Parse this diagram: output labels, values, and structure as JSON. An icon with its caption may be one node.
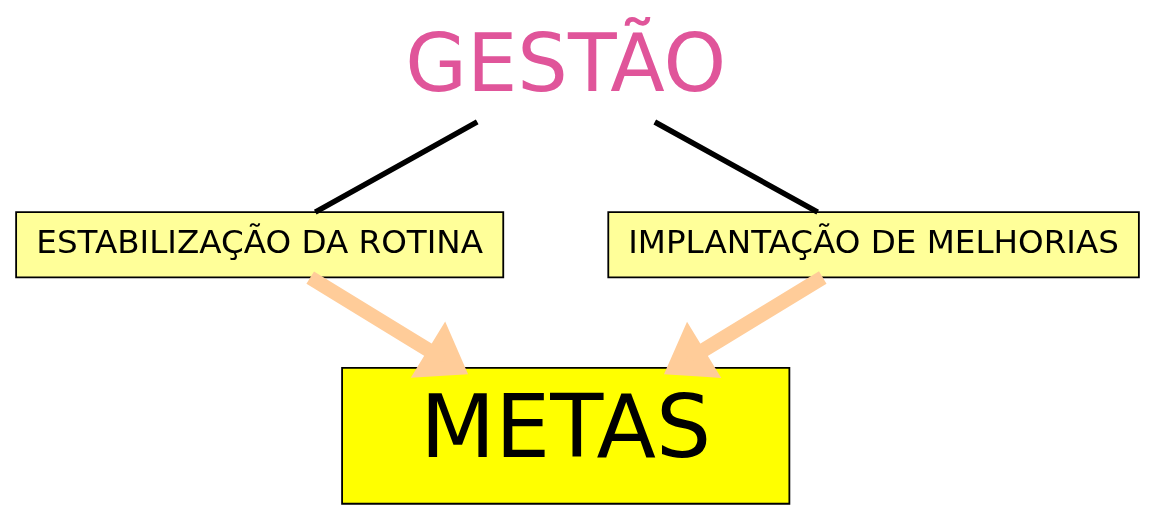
{
  "diagram": {
    "nodes": [
      {
        "text": [
          "GESTÃO"
        ]
      },
      {
        "text": [
          "ESTABILIZAÇÃO DA ROTINA"
        ]
      },
      {
        "text": [
          "IMPLANTAÇÃO DE MELHORIAS"
        ]
      },
      {
        "text": [
          "METAS"
        ]
      }
    ],
    "edges": [
      {
        "from": 0,
        "to": 1,
        "arrow": "none"
      },
      {
        "from": 0,
        "to": 2,
        "arrow": "none"
      },
      {
        "from": 1,
        "to": 3,
        "arrow": "to",
        "style": "thick",
        "color": "#ffcc99"
      },
      {
        "from": 2,
        "to": 3,
        "arrow": "to",
        "style": "thick",
        "color": "#ffcc99"
      }
    ]
  }
}
